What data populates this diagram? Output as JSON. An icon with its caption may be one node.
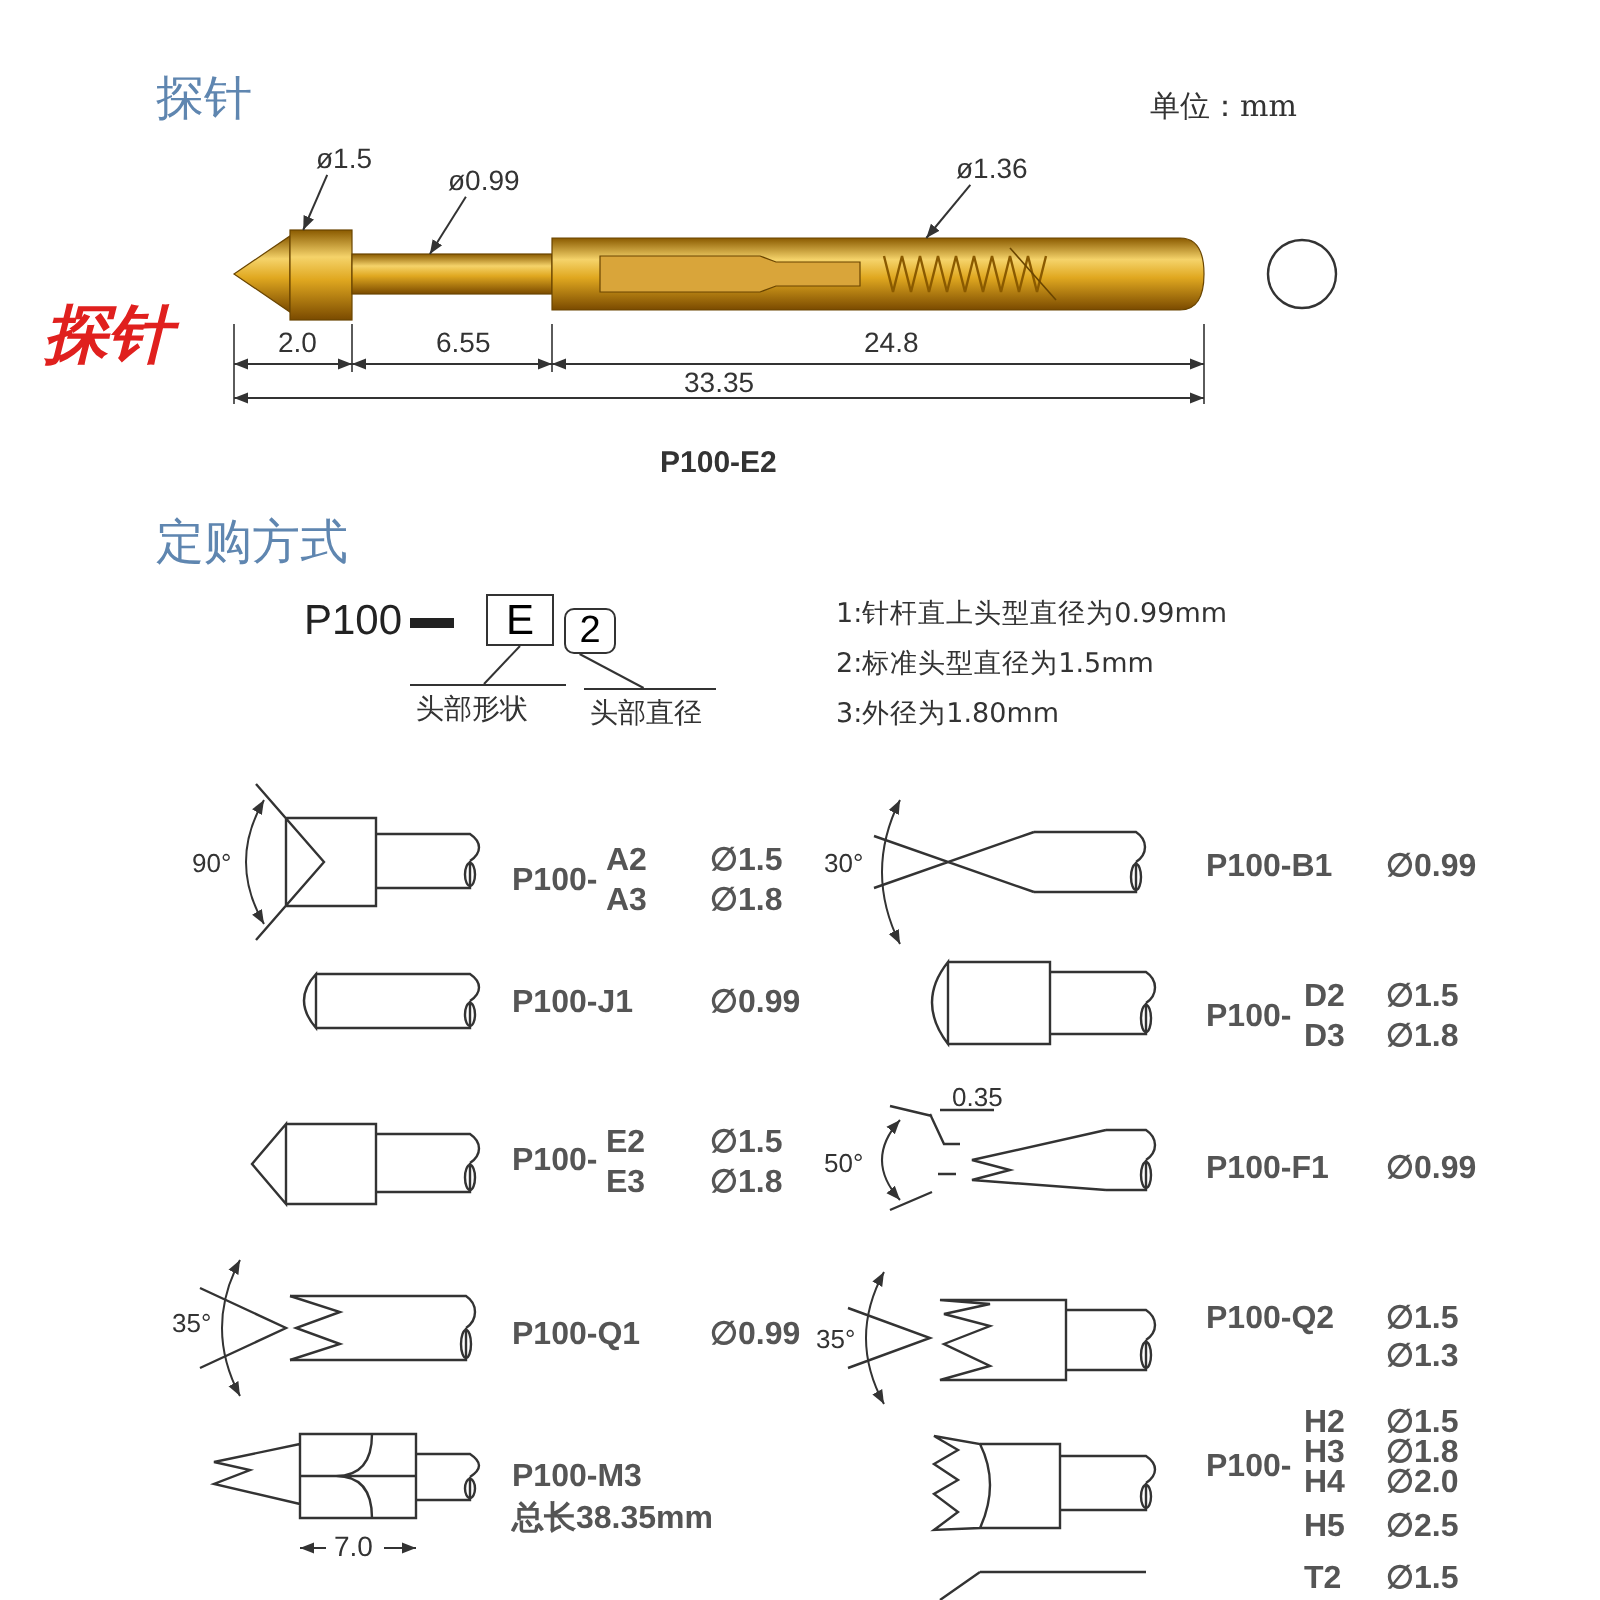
{
  "diagram": {
    "nodes": [
      {
        "text": [
          "ø1.5"
        ]
      },
      {
        "text": [],
        "shape": "picture"
      },
      {
        "text": [
          "ø0.99"
        ]
      },
      {
        "text": [],
        "shape": "picture"
      },
      {
        "text": [
          "ø1.36"
        ]
      },
      {
        "text": [],
        "shape": "picture"
      },
      {
        "text": [
          "E"
        ]
      },
      {
        "text": [
          "2"
        ]
      },
      {
        "text": [
          "头部形状"
        ]
      },
      {
        "text": [
          "头部直径"
        ]
      }
    ],
    "edges": [
      {
        "from": 0,
        "to": 1,
        "arrow": "to"
      },
      {
        "from": 2,
        "to": 3,
        "arrow": "to"
      },
      {
        "from": 4,
        "to": 5,
        "arrow": "to"
      },
      {
        "from": 6,
        "to": 8,
        "arrow": "none"
      },
      {
        "from": 7,
        "to": 9,
        "arrow": "none"
      }
    ],
    "labels": [
      "探针",
      "单位：mm",
      "探针",
      "2.0",
      "6.55",
      "24.8",
      "33.35",
      "P100-E2",
      "定购方式",
      "P100",
      "1:针杆直上头型直径为0.99mm",
      "2:标准头型直径为1.5mm",
      "3:外径为1.80mm",
      "90°",
      "P100-",
      "A2",
      "A3",
      "∅1.5",
      "∅1.8",
      "30°",
      "P100-B1",
      "∅0.99",
      "P100-J1",
      "∅0.99",
      "P100-",
      "D2",
      "D3",
      "∅1.5",
      "∅1.8",
      "P100-",
      "E2",
      "E3",
      "∅1.5",
      "∅1.8",
      "0.35",
      "50°",
      "P100-F1",
      "∅0.99",
      "35°",
      "P100-Q1",
      "∅0.99",
      "35°",
      "P100-Q2",
      "∅1.5",
      "∅1.3",
      "P100-M3",
      "总长38.35mm",
      "7.0",
      "H2",
      "H3",
      "H4",
      "P100-",
      "∅1.5",
      "∅1.8",
      "∅2.0",
      "H5",
      "∅2.5",
      "T2",
      "∅1.5"
    ]
  }
}
